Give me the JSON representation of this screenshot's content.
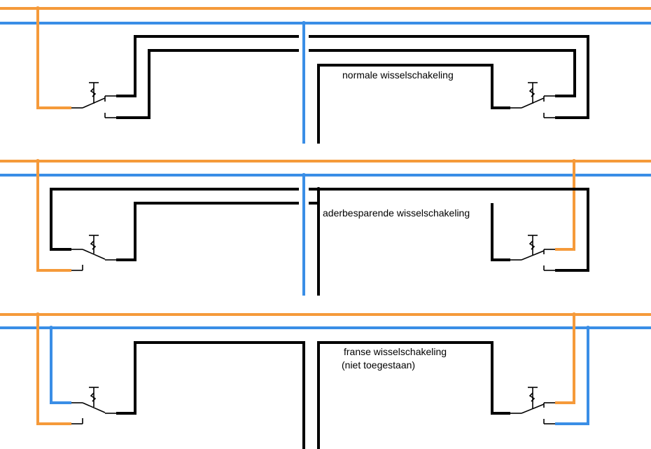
{
  "colors": {
    "phase": "#f59a3a",
    "neutral": "#3a8ee6",
    "switch_wire": "#000000",
    "background": "#ffffff"
  },
  "sections": [
    {
      "id": "normaal",
      "label_lines": [
        "normale wisselschakeling"
      ]
    },
    {
      "id": "aderbesparend",
      "label_lines": [
        "aderbesparende wisselschakeling"
      ]
    },
    {
      "id": "frans",
      "label_lines": [
        "franse wisselschakeling",
        "(niet toegestaan)"
      ]
    }
  ]
}
